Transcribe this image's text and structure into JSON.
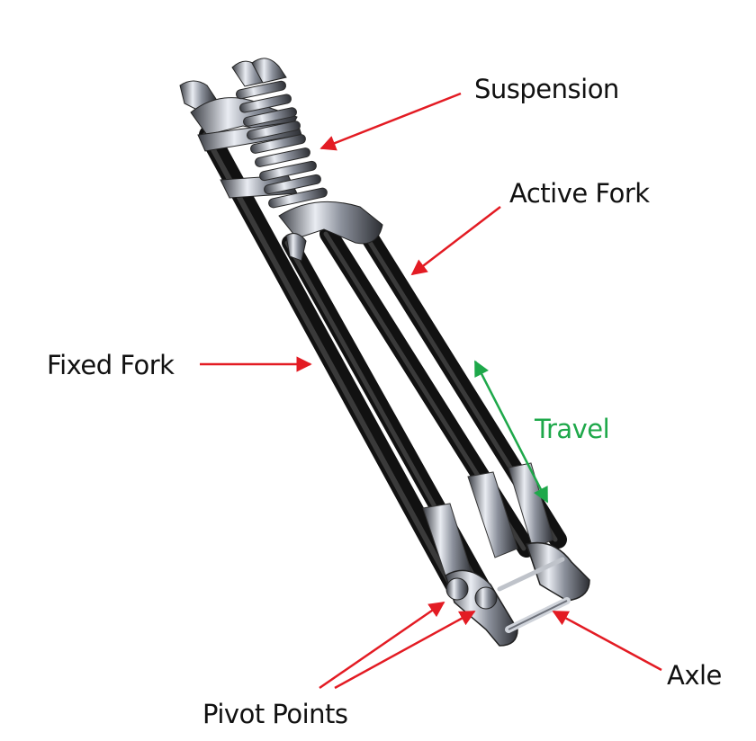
{
  "colors": {
    "label_text": "#111111",
    "callout_arrow": "#e31b23",
    "travel": "#1ea84a",
    "fork_tube": "#151515",
    "chrome": "#8a8f99"
  },
  "labels": {
    "suspension": "Suspension",
    "active_fork": "Active Fork",
    "fixed_fork": "Fixed Fork",
    "travel": "Travel",
    "axle": "Axle",
    "pivot_points": "Pivot Points"
  }
}
